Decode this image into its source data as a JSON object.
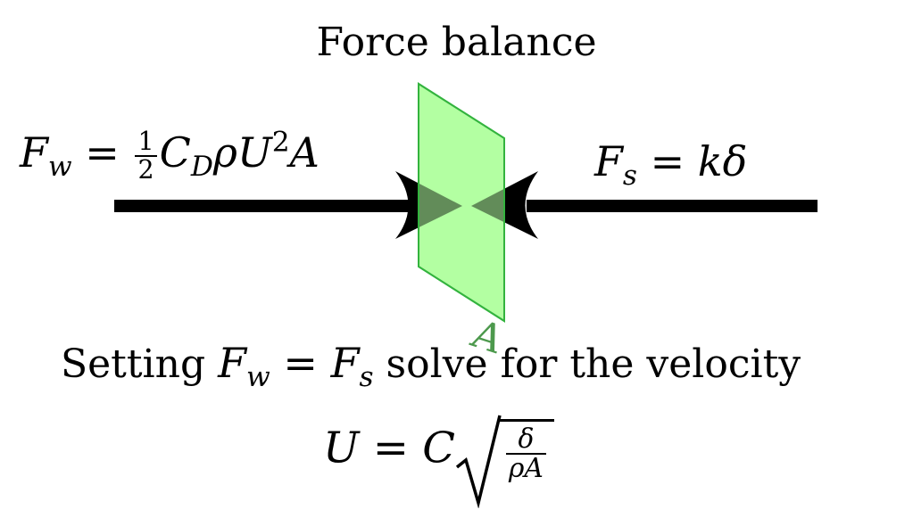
{
  "title": "Force balance",
  "wind_force": {
    "lhs": "F",
    "lhs_sub": "w",
    "eq": " = ",
    "frac_num": "1",
    "frac_den": "2",
    "coef": "C",
    "coef_sub": "D",
    "rho_u": "ρU",
    "sup": "2",
    "area": "A"
  },
  "spring_force": {
    "lhs": "F",
    "lhs_sub": "s",
    "eq": " = ",
    "rhs": "kδ"
  },
  "plate": {
    "label": "A",
    "fill": "#b3ffa3",
    "stroke": "#33b33e",
    "label_color": "#4d994d"
  },
  "arrow_color": "#000000",
  "instruction": {
    "before": "Setting ",
    "f1": "F",
    "f1_sub": "w",
    "eq": " = ",
    "f2": "F",
    "f2_sub": "s",
    "after": " solve for the velocity"
  },
  "result": {
    "lhs": "U",
    "eq": " = ",
    "coef": "C",
    "frac_num": "δ",
    "frac_den": "ρA"
  }
}
